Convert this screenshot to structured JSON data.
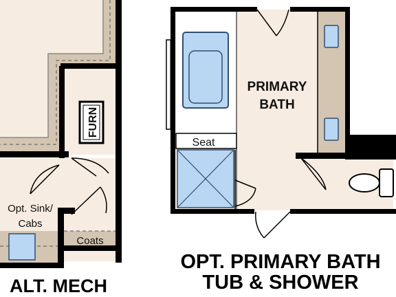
{
  "colors": {
    "wall": "#000000",
    "floor": "#f7ece1",
    "counter": "#d3c5b1",
    "fixture": "#b9d6f2",
    "fixture_stroke": "#2f4f73"
  },
  "left_plan": {
    "furnace_label": "FURN",
    "sink_label_line1": "Opt. Sink/",
    "sink_label_line2": "Cabs",
    "coats_label": "Coats",
    "caption": "ALT. MECH"
  },
  "right_plan": {
    "room_label_line1": "PRIMARY",
    "room_label_line2": "BATH",
    "seat_label": "Seat",
    "caption_line1": "OPT. PRIMARY BATH",
    "caption_line2": "TUB & SHOWER"
  }
}
